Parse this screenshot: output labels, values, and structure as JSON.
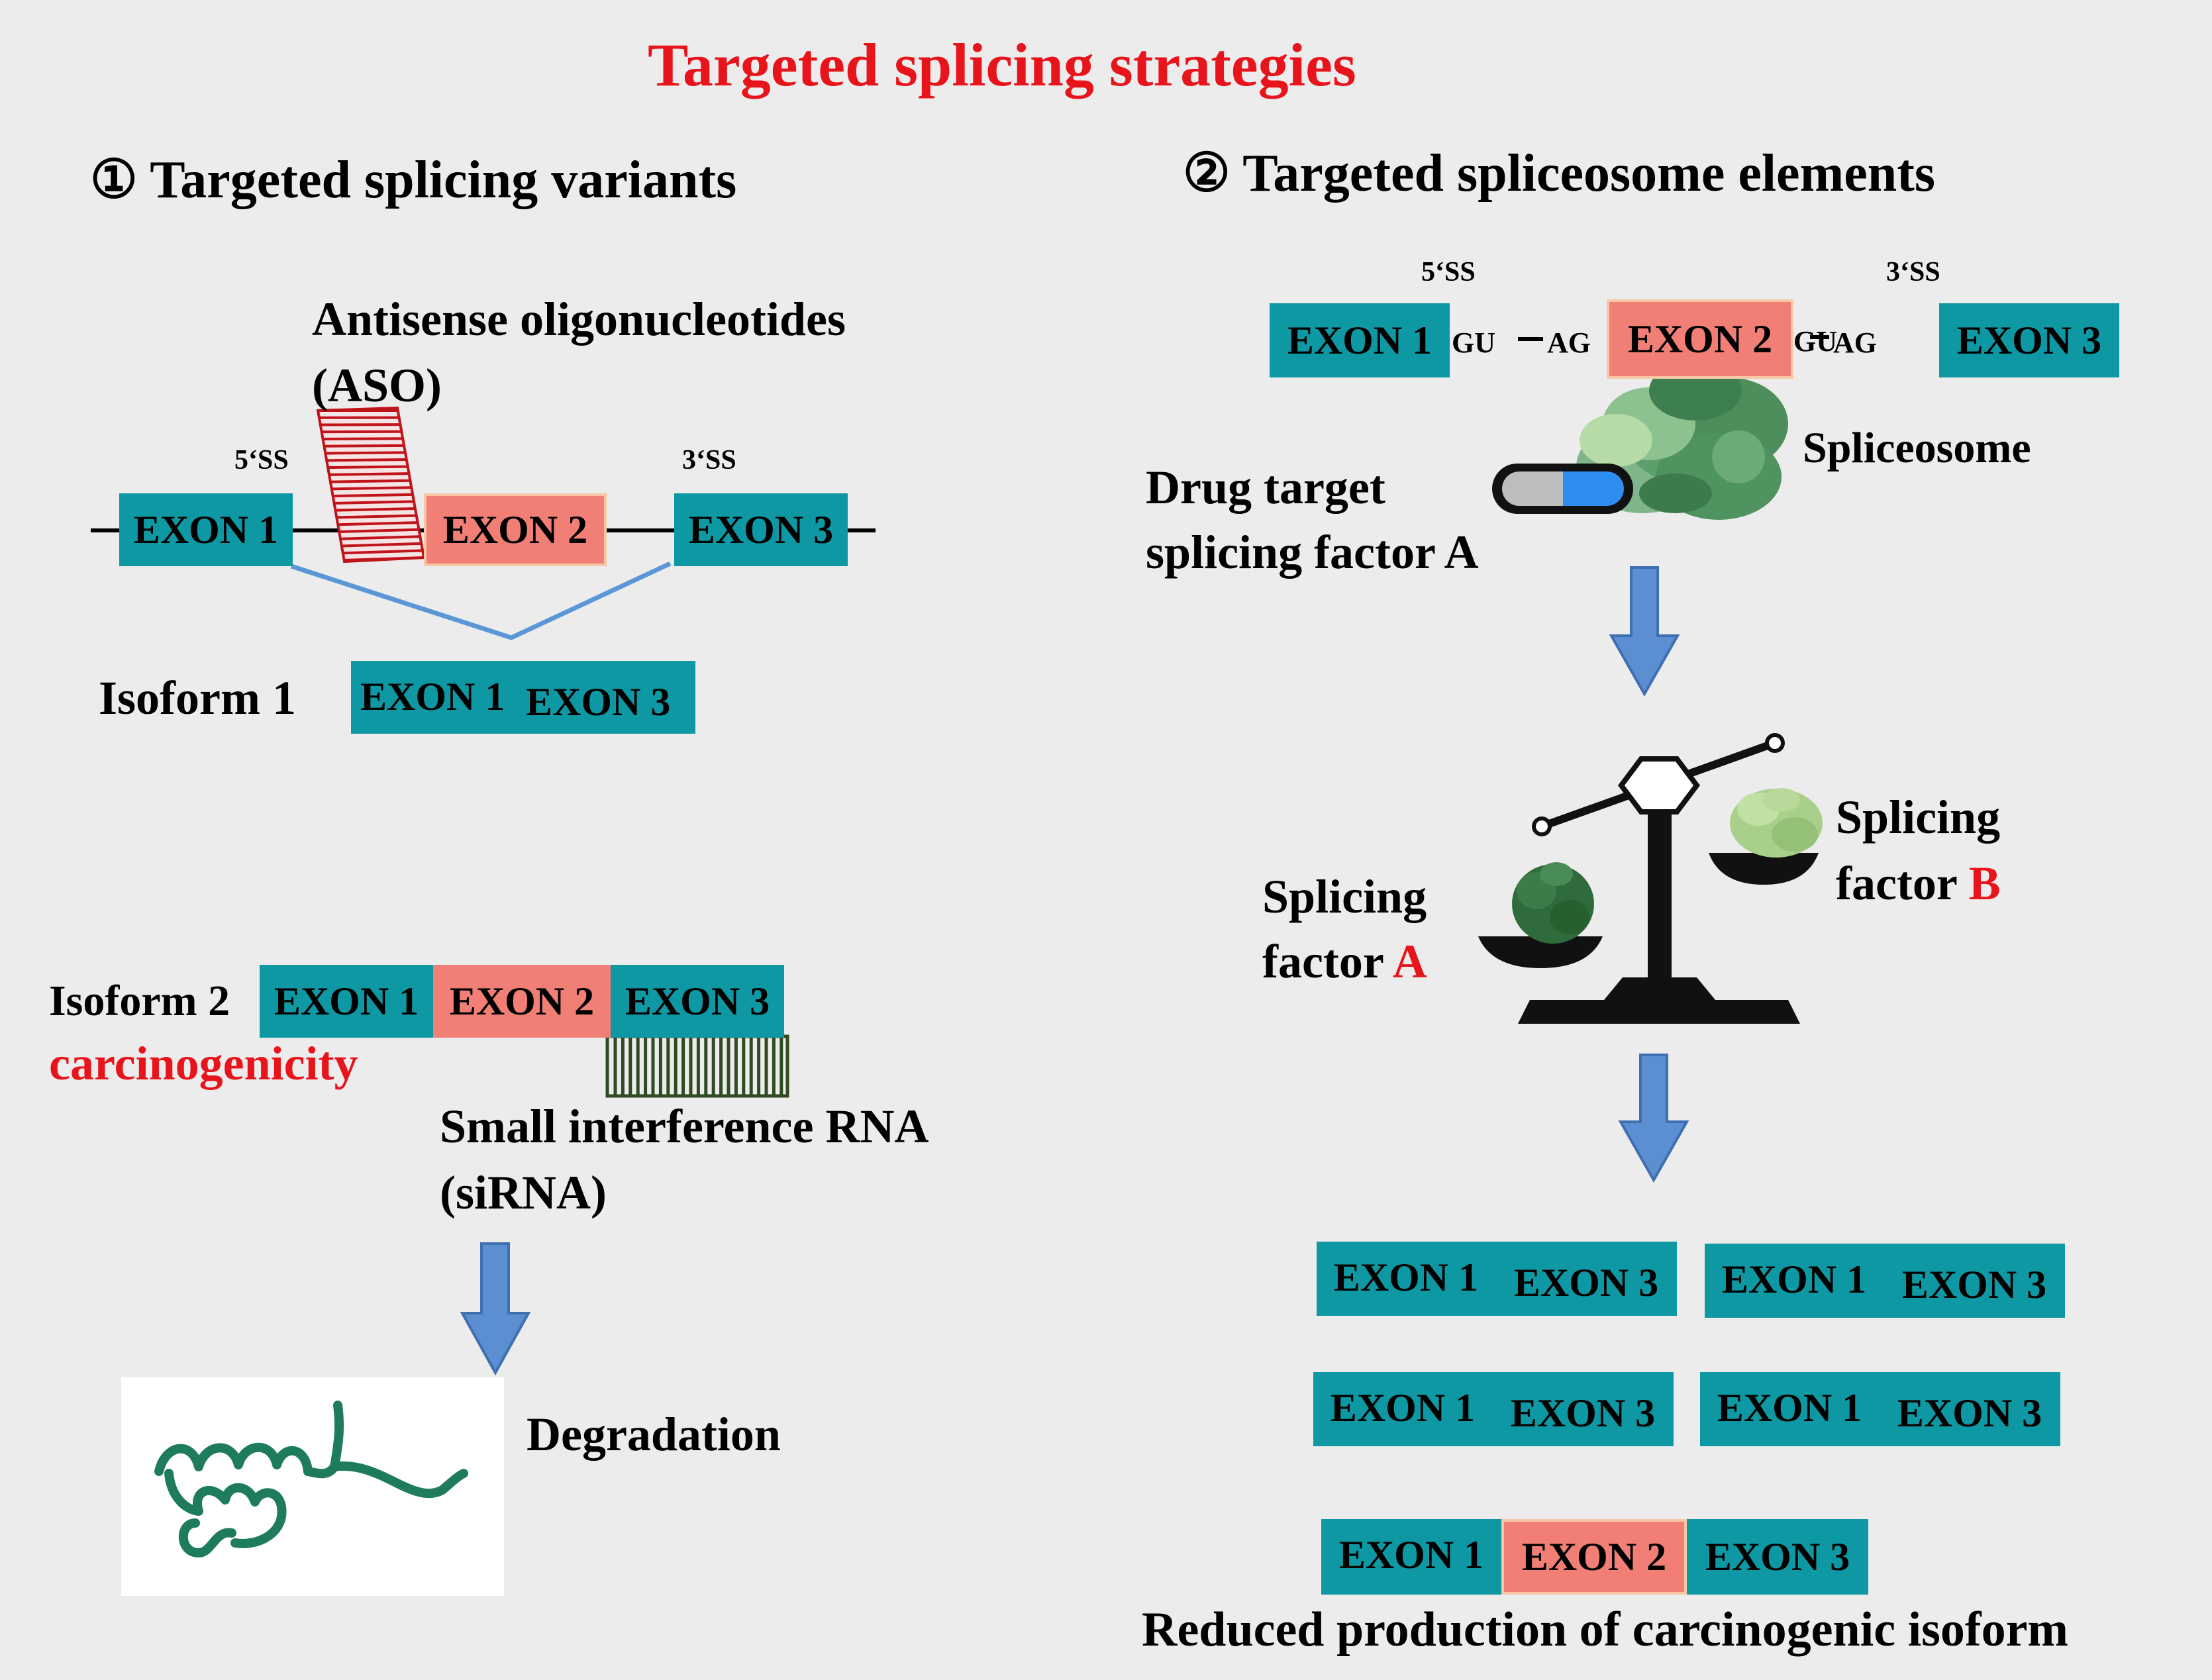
{
  "title": "Targeted splicing strategies",
  "section1": {
    "heading": "① Targeted splicing variants",
    "aso_label_line1": "Antisense oligonucleotides",
    "aso_label_line2": "(ASO)",
    "ss5": "5‘SS",
    "ss3": "3‘SS",
    "exon1": "EXON 1",
    "exon2": "EXON 2",
    "exon3": "EXON 3",
    "isoform1_label": "Isoform 1",
    "isoform2_label": "Isoform 2",
    "carcinogenicity": "carcinogenicity",
    "sirna_line1": "Small interference RNA",
    "sirna_line2": "(siRNA)",
    "degradation": "Degradation"
  },
  "section2": {
    "heading": "② Targeted spliceosome elements",
    "ss5": "5‘SS",
    "ss3": "3‘SS",
    "exon1": "EXON 1",
    "exon2": "EXON 2",
    "exon3": "EXON 3",
    "gu": "GU",
    "ag": "AG",
    "spliceosome": "Spliceosome",
    "drug_line1": "Drug target",
    "drug_line2": "splicing factor A",
    "factor_a_line1": "Splicing",
    "factor_a_line2": "factor",
    "factor_a_letter": "A",
    "factor_b_line1": "Splicing",
    "factor_b_line2": "factor",
    "factor_b_letter": "B",
    "result_label": "Reduced production of carcinogenic isoform"
  },
  "colors": {
    "title_red": "#e8141b",
    "teal": "#0e98a3",
    "salmon": "#f27f76",
    "arrow_blue": "#5b8fd1",
    "splice_line": "#5b97d6",
    "aso_red": "#c0141b",
    "sirna_green": "#2e4b22"
  }
}
